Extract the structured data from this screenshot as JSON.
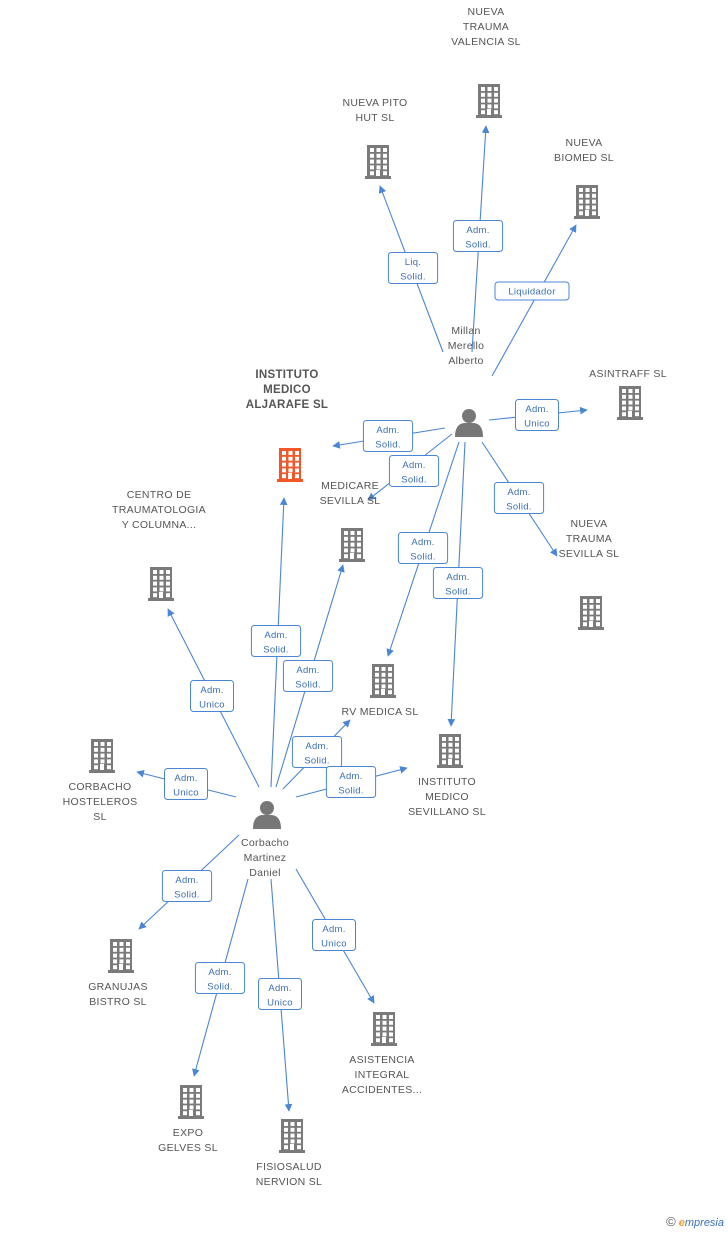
{
  "colors": {
    "edge": "#4a86d4",
    "company": "#7a7a7a",
    "focus": "#f0582a",
    "person": "#777777",
    "text": "#555555"
  },
  "nodes": [
    {
      "id": "instituto_aljarafe",
      "type": "company",
      "focus": true,
      "label": [
        "INSTITUTO",
        "MEDICO",
        "ALJARAFE  SL"
      ]
    },
    {
      "id": "nueva_trauma_valencia",
      "type": "company",
      "label": [
        "NUEVA",
        "TRAUMA",
        "VALENCIA SL"
      ]
    },
    {
      "id": "nueva_pito_hut",
      "type": "company",
      "label": [
        "NUEVA PITO",
        "HUT SL"
      ]
    },
    {
      "id": "nueva_biomed",
      "type": "company",
      "label": [
        "NUEVA",
        "BIOMED SL"
      ]
    },
    {
      "id": "asintraff",
      "type": "company",
      "label": [
        "ASINTRAFF  SL"
      ]
    },
    {
      "id": "medicare",
      "type": "company",
      "label": [
        "MEDICARE",
        "SEVILLA  SL"
      ]
    },
    {
      "id": "centro_trauma",
      "type": "company",
      "label": [
        "CENTRO DE",
        "TRAUMATOLOGIA",
        "Y COLUMNA..."
      ]
    },
    {
      "id": "nueva_trauma_sevilla",
      "type": "company",
      "label": [
        "NUEVA",
        "TRAUMA",
        "SEVILLA SL"
      ]
    },
    {
      "id": "rv_medica",
      "type": "company",
      "label": [
        "RV MEDICA  SL"
      ]
    },
    {
      "id": "instituto_sevillano",
      "type": "company",
      "label": [
        "INSTITUTO",
        "MEDICO",
        "SEVILLANO  SL"
      ]
    },
    {
      "id": "corbacho_hosteleros",
      "type": "company",
      "label": [
        "CORBACHO",
        "HOSTELEROS",
        "SL"
      ]
    },
    {
      "id": "granujas",
      "type": "company",
      "label": [
        "GRANUJAS",
        "BISTRO  SL"
      ]
    },
    {
      "id": "asistencia",
      "type": "company",
      "label": [
        "ASISTENCIA",
        "INTEGRAL",
        "ACCIDENTES..."
      ]
    },
    {
      "id": "expo_gelves",
      "type": "company",
      "label": [
        "EXPO",
        "GELVES SL"
      ]
    },
    {
      "id": "fisiosalud",
      "type": "company",
      "label": [
        "FISIOSALUD",
        "NERVION SL"
      ]
    },
    {
      "id": "millan",
      "type": "person",
      "label": [
        "Millan",
        "Merello",
        "Alberto"
      ]
    },
    {
      "id": "corbacho",
      "type": "person",
      "label": [
        "Corbacho",
        "Martinez",
        "Daniel"
      ]
    }
  ],
  "edges": [
    {
      "from": "millan",
      "to": "nueva_trauma_valencia",
      "label": [
        "Adm.",
        "Solid."
      ]
    },
    {
      "from": "millan",
      "to": "nueva_pito_hut",
      "label": [
        "Liq.",
        "Solid."
      ]
    },
    {
      "from": "millan",
      "to": "nueva_biomed",
      "label": [
        "Liquidador"
      ]
    },
    {
      "from": "millan",
      "to": "asintraff",
      "label": [
        "Adm.",
        "Unico"
      ]
    },
    {
      "from": "millan",
      "to": "instituto_aljarafe",
      "label": [
        "Adm.",
        "Solid."
      ]
    },
    {
      "from": "millan",
      "to": "medicare",
      "label": [
        "Adm.",
        "Solid."
      ]
    },
    {
      "from": "millan",
      "to": "nueva_trauma_sevilla",
      "label": [
        "Adm.",
        "Solid."
      ]
    },
    {
      "from": "millan",
      "to": "rv_medica",
      "label": [
        "Adm.",
        "Solid."
      ]
    },
    {
      "from": "millan",
      "to": "instituto_sevillano",
      "label": [
        "Adm.",
        "Solid."
      ]
    },
    {
      "from": "corbacho",
      "to": "instituto_aljarafe",
      "label": [
        "Adm.",
        "Solid."
      ]
    },
    {
      "from": "corbacho",
      "to": "medicare",
      "label": [
        "Adm.",
        "Solid."
      ]
    },
    {
      "from": "corbacho",
      "to": "centro_trauma",
      "label": [
        "Adm.",
        "Unico"
      ]
    },
    {
      "from": "corbacho",
      "to": "rv_medica",
      "label": [
        "Adm.",
        "Solid."
      ]
    },
    {
      "from": "corbacho",
      "to": "instituto_sevillano",
      "label": [
        "Adm.",
        "Solid."
      ]
    },
    {
      "from": "corbacho",
      "to": "corbacho_hosteleros",
      "label": [
        "Adm.",
        "Unico"
      ]
    },
    {
      "from": "corbacho",
      "to": "granujas",
      "label": [
        "Adm.",
        "Solid."
      ]
    },
    {
      "from": "corbacho",
      "to": "asistencia",
      "label": [
        "Adm.",
        "Unico"
      ]
    },
    {
      "from": "corbacho",
      "to": "expo_gelves",
      "label": [
        "Adm.",
        "Solid."
      ]
    },
    {
      "from": "corbacho",
      "to": "fisiosalud",
      "label": [
        "Adm.",
        "Unico"
      ]
    }
  ],
  "brand": {
    "symbol": "©",
    "first": "e",
    "rest": "mpresia"
  }
}
